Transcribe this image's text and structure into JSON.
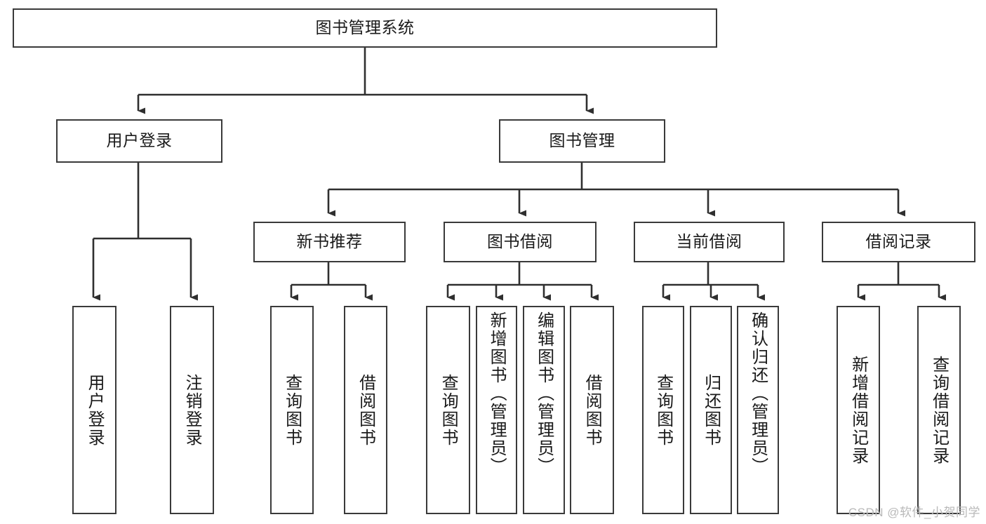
{
  "diagram": {
    "title": "图书管理系统",
    "type": "tree-hierarchy",
    "watermark": "CSDN @软件_小贺同学",
    "colors": {
      "box_border": "#3a3a3a",
      "box_fill": "#ffffff",
      "edge": "#2f2f2f",
      "text": "#1a1a1a",
      "watermark": "#b9b9b9",
      "background": "#ffffff"
    },
    "nodes": {
      "root": {
        "label": "图书管理系统"
      },
      "level2": [
        {
          "id": "user-login",
          "label": "用户登录"
        },
        {
          "id": "book-manage",
          "label": "图书管理"
        }
      ],
      "level3": [
        {
          "id": "new-book-recommend",
          "label": "新书推荐"
        },
        {
          "id": "book-borrow",
          "label": "图书借阅"
        },
        {
          "id": "current-borrow",
          "label": "当前借阅"
        },
        {
          "id": "borrow-record",
          "label": "借阅记录"
        }
      ],
      "leaves": {
        "user-login": [
          {
            "id": "leaf-user-login",
            "label": "用户登录"
          },
          {
            "id": "leaf-logout-login",
            "label": "注销登录"
          }
        ],
        "new-book-recommend": [
          {
            "id": "leaf-query-book-1",
            "label": "查询图书"
          },
          {
            "id": "leaf-borrow-book-1",
            "label": "借阅图书"
          }
        ],
        "book-borrow": [
          {
            "id": "leaf-query-book-2",
            "label": "查询图书"
          },
          {
            "id": "leaf-add-book",
            "label": "新增图书（管理员）"
          },
          {
            "id": "leaf-edit-book",
            "label": "编辑图书（管理员）"
          },
          {
            "id": "leaf-borrow-book-2",
            "label": "借阅图书"
          }
        ],
        "current-borrow": [
          {
            "id": "leaf-query-book-3",
            "label": "查询图书"
          },
          {
            "id": "leaf-return-book",
            "label": "归还图书"
          },
          {
            "id": "leaf-confirm-return",
            "label": "确认归还（管理员）"
          }
        ],
        "borrow-record": [
          {
            "id": "leaf-add-record",
            "label": "新增借阅记录"
          },
          {
            "id": "leaf-query-record",
            "label": "查询借阅记录"
          }
        ]
      }
    }
  }
}
